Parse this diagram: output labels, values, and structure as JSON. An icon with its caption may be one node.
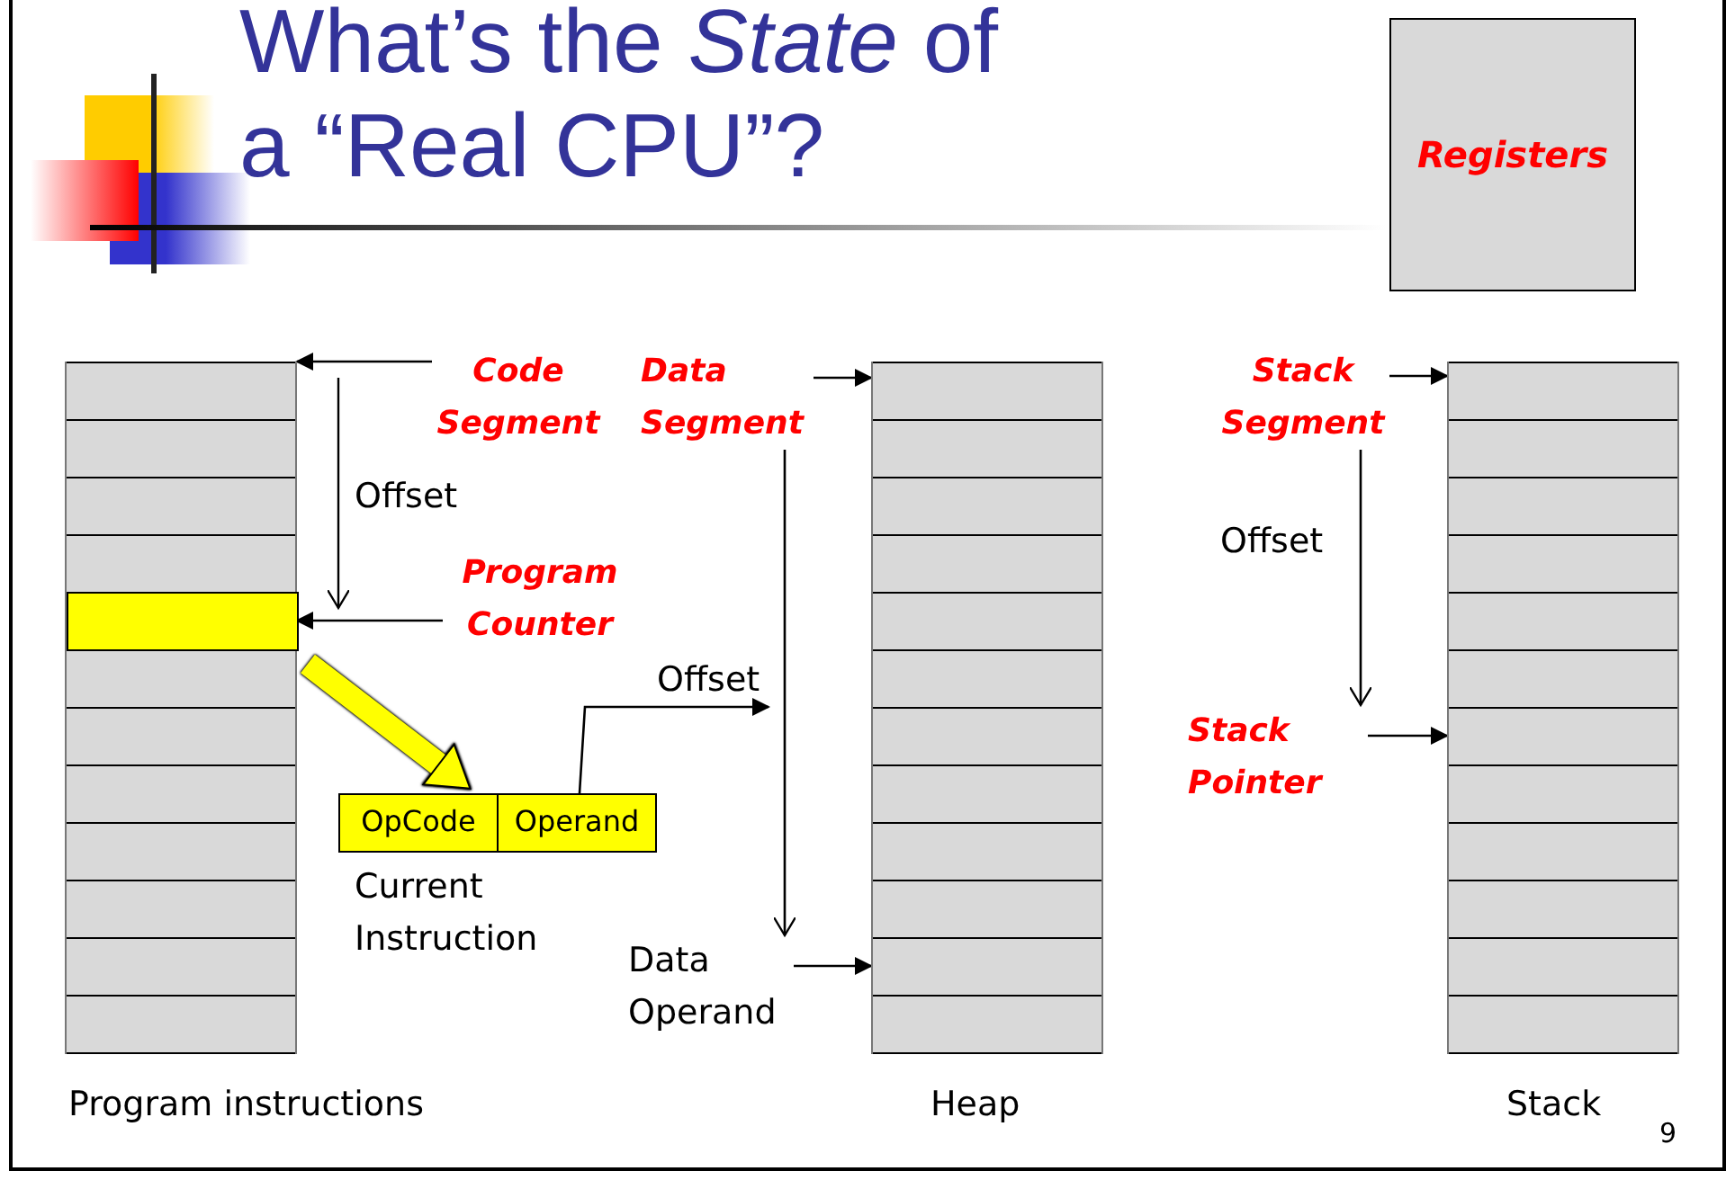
{
  "diagram": {
    "title": "What’s the *State* of a “Real CPU”?",
    "nodes": [
      {
        "text": [
          "Program instructions"
        ]
      },
      {
        "text": [],
        "shape": "box",
        "in": 0
      },
      {
        "text": [
          "Code Segment"
        ]
      },
      {
        "text": [
          "Program Counter"
        ]
      },
      {
        "text": [
          "Current Instruction"
        ]
      },
      {
        "text": [
          "OpCode"
        ],
        "in": 4
      },
      {
        "text": [
          "Operand"
        ],
        "in": 4
      },
      {
        "text": [
          "Data Segment"
        ]
      },
      {
        "text": [
          "Heap"
        ]
      },
      {
        "text": [
          "Data Operand"
        ]
      },
      {
        "text": [
          "Stack Segment"
        ]
      },
      {
        "text": [
          "Stack Pointer"
        ]
      },
      {
        "text": [
          "Stack"
        ]
      },
      {
        "text": [
          "Registers"
        ]
      },
      {
        "text": [
          "Offset"
        ]
      }
    ],
    "edges": [
      {
        "from": 2,
        "to": 0,
        "arrow": "to"
      },
      {
        "from": 3,
        "to": 1,
        "arrow": "to"
      },
      {
        "from": 1,
        "to": 4,
        "arrow": "to",
        "style": "thick",
        "color": "#ffff00"
      },
      {
        "from": 6,
        "to": 14,
        "arrow": "to"
      },
      {
        "from": 7,
        "to": 8,
        "arrow": "to"
      },
      {
        "from": 9,
        "to": 8,
        "arrow": "to"
      },
      {
        "from": 10,
        "to": 12,
        "arrow": "to"
      },
      {
        "from": 11,
        "to": 12,
        "arrow": "to"
      },
      {
        "from": 7,
        "to": 9,
        "arrow": "to"
      },
      {
        "from": 10,
        "to": 11,
        "arrow": "to",
        "label": "Offset"
      }
    ],
    "labels": [
      "Offset",
      "9"
    ]
  }
}
